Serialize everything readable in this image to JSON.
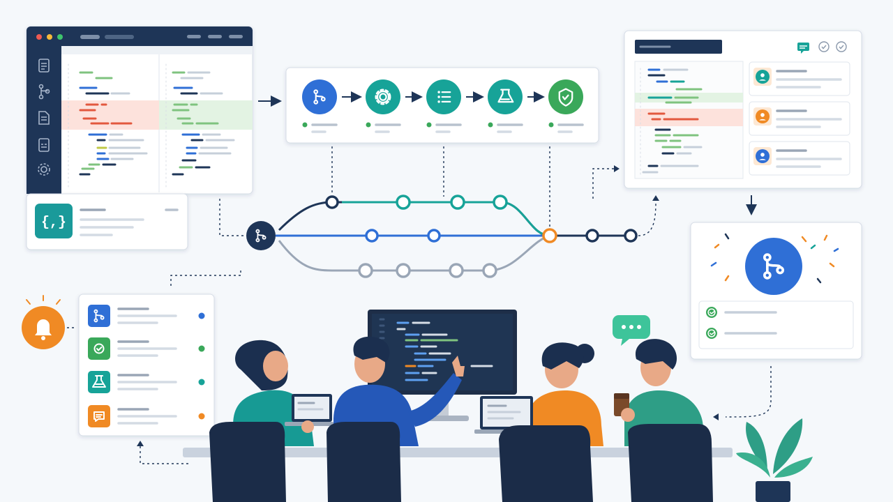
{
  "code_badge": "{,}",
  "colors": {
    "navy": "#1e3557",
    "blue": "#2f6fd6",
    "teal": "#17a398",
    "green": "#3aa85a",
    "orange": "#f08a24",
    "gray": "#9aa6b6",
    "removed_bg": "#fde2dc",
    "added_bg": "#e3f3e3"
  },
  "pipeline_steps": [
    {
      "name": "branch",
      "icon": "git-branch-icon",
      "color": "#2f6fd6"
    },
    {
      "name": "build",
      "icon": "gear-icon",
      "color": "#17a398"
    },
    {
      "name": "checks",
      "icon": "list-icon",
      "color": "#17a398"
    },
    {
      "name": "test",
      "icon": "flask-icon",
      "color": "#17a398"
    },
    {
      "name": "secure",
      "icon": "shield-check-icon",
      "color": "#3aa85a"
    }
  ],
  "notifications": [
    {
      "icon": "git-branch-icon",
      "color": "#2f6fd6"
    },
    {
      "icon": "check-circle-icon",
      "color": "#3aa85a"
    },
    {
      "icon": "flask-icon",
      "color": "#17a398"
    },
    {
      "icon": "chat-icon",
      "color": "#f08a24"
    }
  ],
  "reviewers": [
    {
      "icon": "user-icon",
      "color": "#17a398"
    },
    {
      "icon": "user-icon",
      "color": "#f08a24"
    },
    {
      "icon": "user-icon",
      "color": "#2f6fd6"
    }
  ],
  "merge_checks": [
    {
      "icon": "check-circle-icon",
      "color": "#3aa85a"
    },
    {
      "icon": "check-circle-icon",
      "color": "#3aa85a"
    }
  ],
  "team": [
    {
      "name": "person-1",
      "shirt": "#17a398"
    },
    {
      "name": "person-2",
      "shirt": "#2f6fd6"
    },
    {
      "name": "person-3",
      "shirt": "#f08a24"
    },
    {
      "name": "person-4",
      "shirt": "#3aa85a"
    }
  ]
}
